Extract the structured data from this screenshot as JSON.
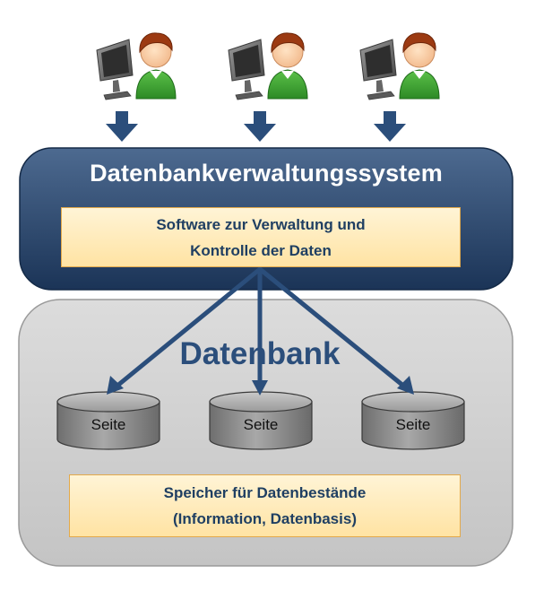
{
  "dbms": {
    "title": "Datenbankverwaltungssystem",
    "software_line1": "Software zur Verwaltung und",
    "software_line2": "Kontrolle der Daten"
  },
  "database": {
    "title": "Datenbank",
    "pages": [
      "Seite",
      "Seite",
      "Seite"
    ],
    "storage_line1": "Speicher für Datenbestände",
    "storage_line2": "(Information, Datenbasis)"
  },
  "users": {
    "count": 3,
    "icon": "user-at-computer-icon"
  },
  "colors": {
    "dbms_dark": "#1b3457",
    "dbms_light": "#4d6a90",
    "arrow": "#2b4e7b",
    "highlight_box": "#ffe3a3",
    "highlight_border": "#e3a94a",
    "database_panel": "#d2d2d2",
    "cylinder": "#8c8c8c"
  }
}
